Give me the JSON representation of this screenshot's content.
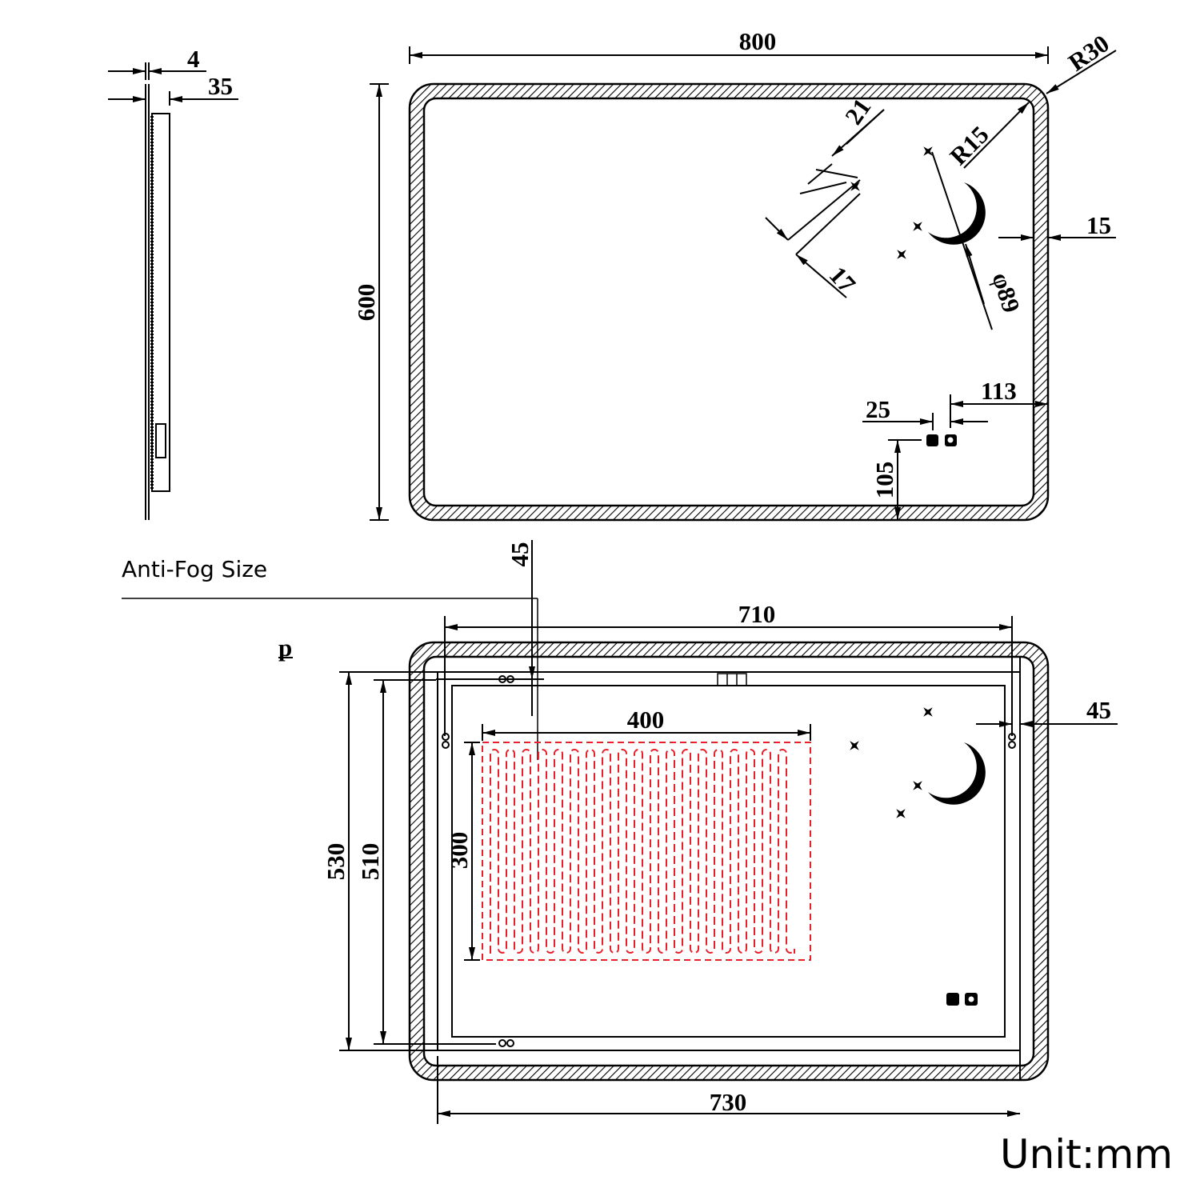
{
  "side_view": {
    "thickness_glass": "4",
    "depth": "35"
  },
  "front_view": {
    "width": "800",
    "height": "600",
    "corner_outer": "R30",
    "corner_inner": "R15",
    "frame_band": "15",
    "star_size_a": "21",
    "star_size_b": "17",
    "moon_diameter": "φ89",
    "switch_right_offset": "113",
    "switch_spacing": "25",
    "switch_bottom_offset": "105"
  },
  "anti_fog": {
    "title": "Anti-Fog Size",
    "fragment": "p",
    "top_offset": "45",
    "right_offset": "45",
    "inner_width": "710",
    "outer_width": "730",
    "outer_height": "530",
    "inner_height": "510",
    "pad_width": "400",
    "pad_height": "300",
    "pad_color": "#e8202a"
  },
  "unit_label": "Unit:mm"
}
